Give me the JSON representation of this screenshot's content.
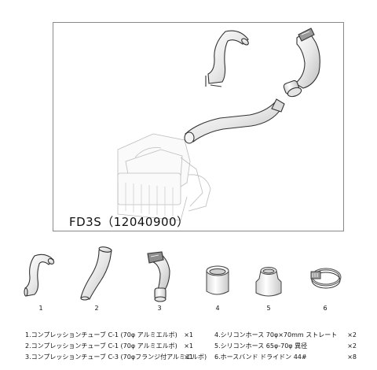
{
  "diagram": {
    "model_label": "FD3S（12040900）"
  },
  "parts": [
    {
      "number": "1",
      "icon": "curved-tube-c1-icon"
    },
    {
      "number": "2",
      "icon": "curved-tube-c1b-icon"
    },
    {
      "number": "3",
      "icon": "flanged-tube-c3-icon"
    },
    {
      "number": "4",
      "icon": "straight-silicone-hose-icon"
    },
    {
      "number": "5",
      "icon": "reducer-silicone-hose-icon"
    },
    {
      "number": "6",
      "icon": "hose-band-icon"
    }
  ],
  "legend": {
    "left": [
      {
        "text": "1.コンプレッションチューブ C-1 (70φ アルミエルボ)",
        "qty": "×1"
      },
      {
        "text": "2.コンプレッションチューブ C-1 (70φ アルミエルボ)",
        "qty": "×1"
      },
      {
        "text": "3.コンプレッションチューブ C-3 (70φフランジ付アルミエルボ)",
        "qty": "×1"
      }
    ],
    "right": [
      {
        "text": "4.シリコンホース 70φ×70mm ストレート",
        "qty": "×2"
      },
      {
        "text": "5.シリコンホース 65φ-70φ 異径",
        "qty": "×2"
      },
      {
        "text": "6.ホースバンド ドライドン 44#",
        "qty": "×8"
      }
    ]
  }
}
